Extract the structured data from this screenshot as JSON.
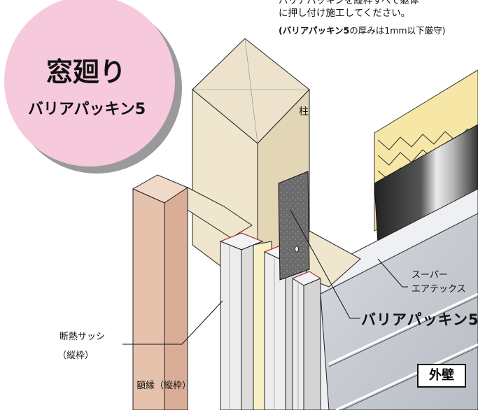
{
  "badge": {
    "title": "窓廻り",
    "subtitle": "バリアパッキン5"
  },
  "note": {
    "line1": "バリアパッキンを縦枠すべて躯体",
    "line2": "に押し付け施工してください。",
    "line3_bold": "(バリアパッキン5",
    "line3_rest": "の厚みは1mm以下厳守)"
  },
  "labels": {
    "pillar": "柱",
    "super_line1": "スーパー",
    "super_line2": "エアテックス",
    "barrier": "バリアパッキン5",
    "sash_line1": "断熱サッシ",
    "sash_line2": "（縦枠）",
    "casing": "額縁（縦枠）",
    "wall": "外壁"
  },
  "colors": {
    "badge_fill": "#f6c9dc",
    "pillar_top": "#ede3cc",
    "pillar_front": "#efe6cd",
    "pillar_side": "#e3d6b6",
    "casing": "#e6c2ad",
    "insulation": "#f6e7a6",
    "siding": "#c8ccd3",
    "packing": "#6f6f6f"
  }
}
